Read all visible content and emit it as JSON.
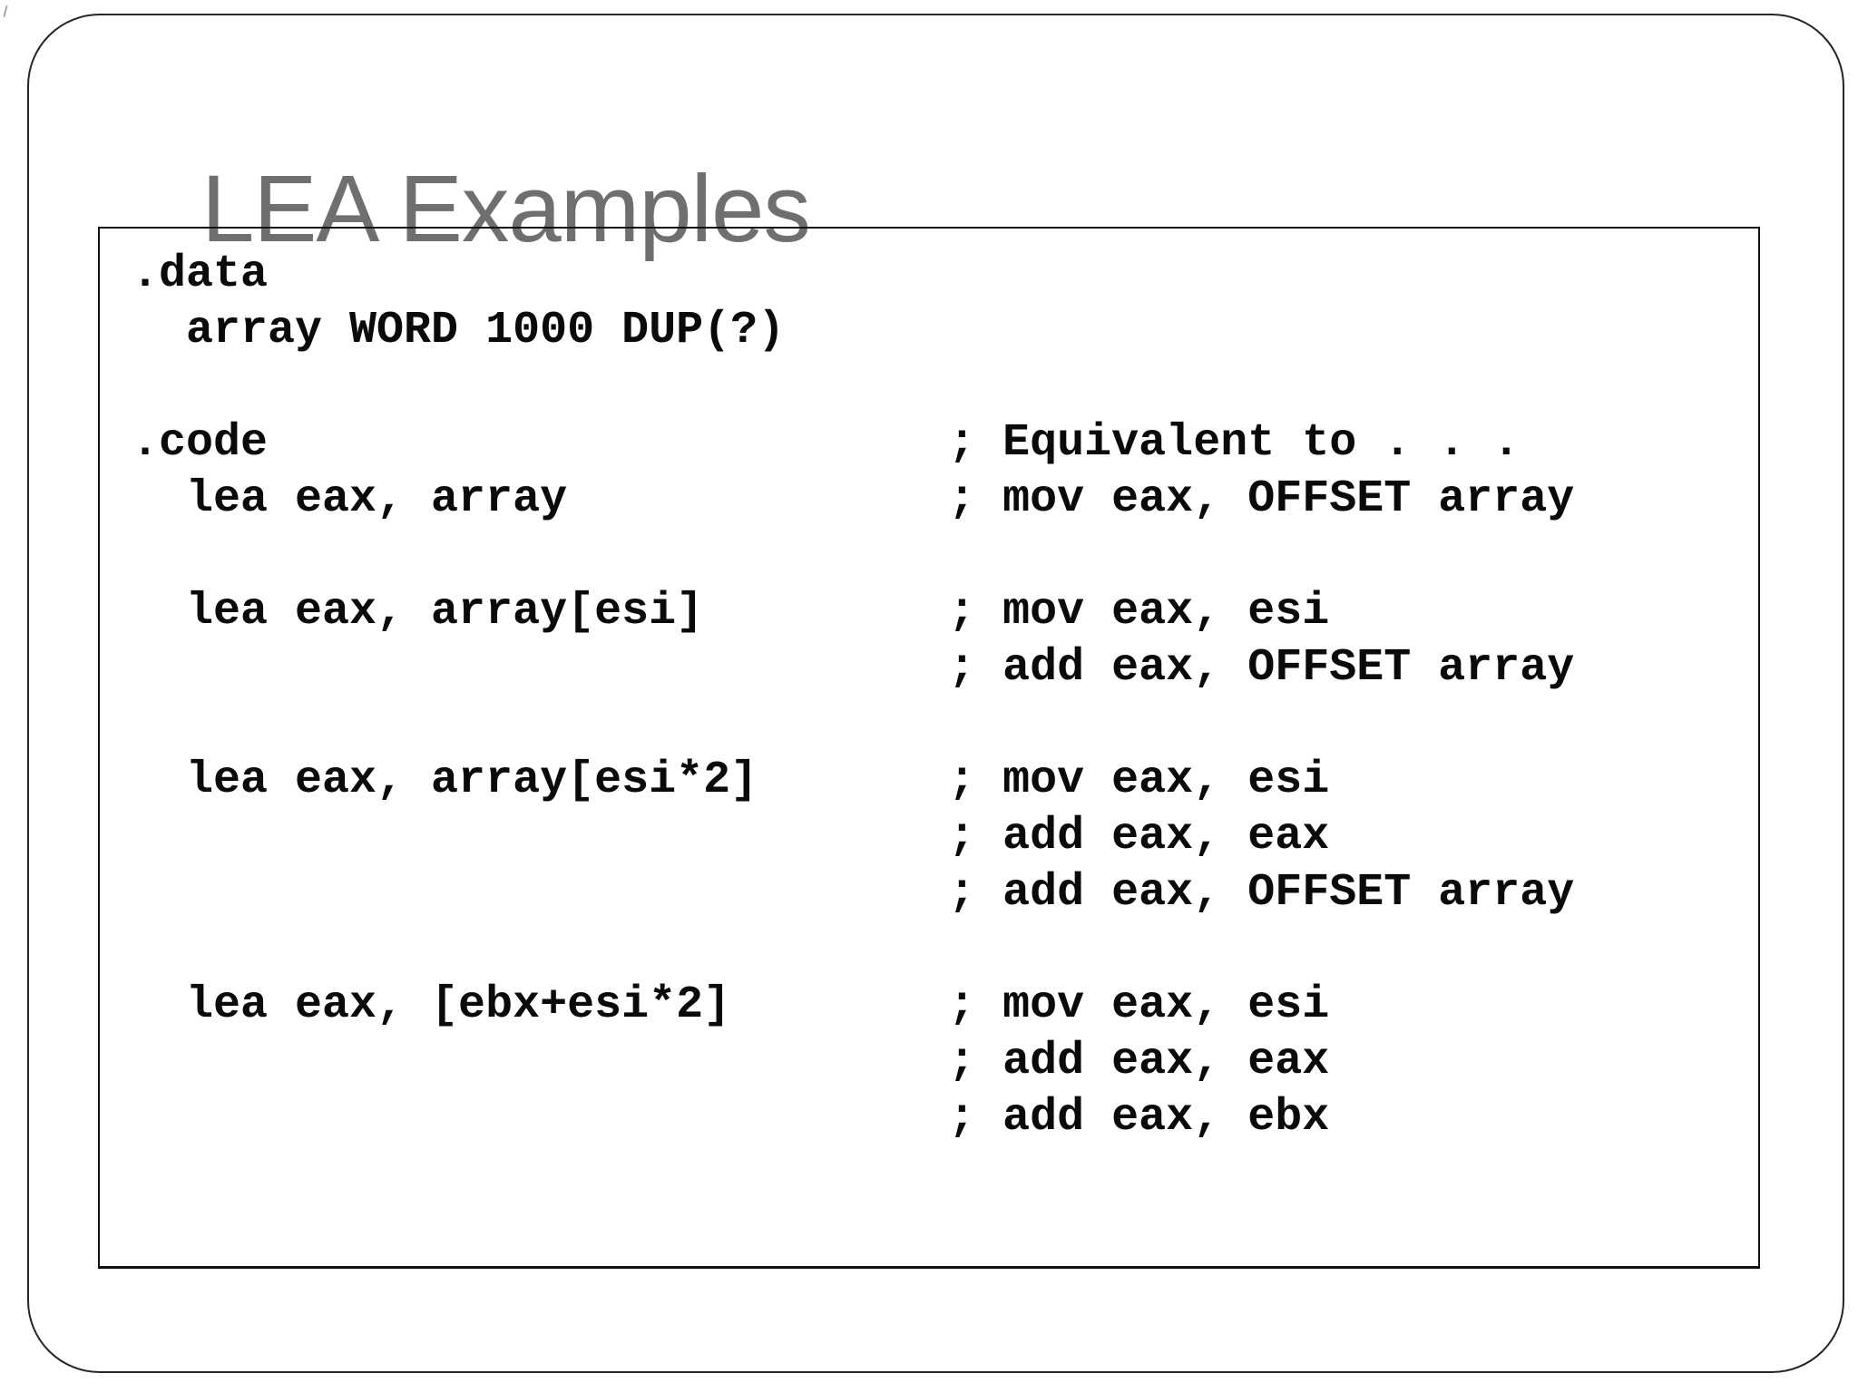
{
  "slide": {
    "title": "LEA Examples",
    "code_lines": [
      ".data",
      "  array WORD 1000 DUP(?)",
      "",
      ".code                         ; Equivalent to . . .",
      "  lea eax, array              ; mov eax, OFFSET array",
      "",
      "  lea eax, array[esi]         ; mov eax, esi",
      "                              ; add eax, OFFSET array",
      "",
      "  lea eax, array[esi*2]       ; mov eax, esi",
      "                              ; add eax, eax",
      "                              ; add eax, OFFSET array",
      "",
      "  lea eax, [ebx+esi*2]        ; mov eax, esi",
      "                              ; add eax, eax",
      "                              ; add eax, ebx"
    ],
    "colors": {
      "title": "#6f6f6f",
      "code": "#0a0a0a",
      "frame_border": "#262626",
      "box_border": "#111111",
      "background": "#ffffff"
    }
  }
}
